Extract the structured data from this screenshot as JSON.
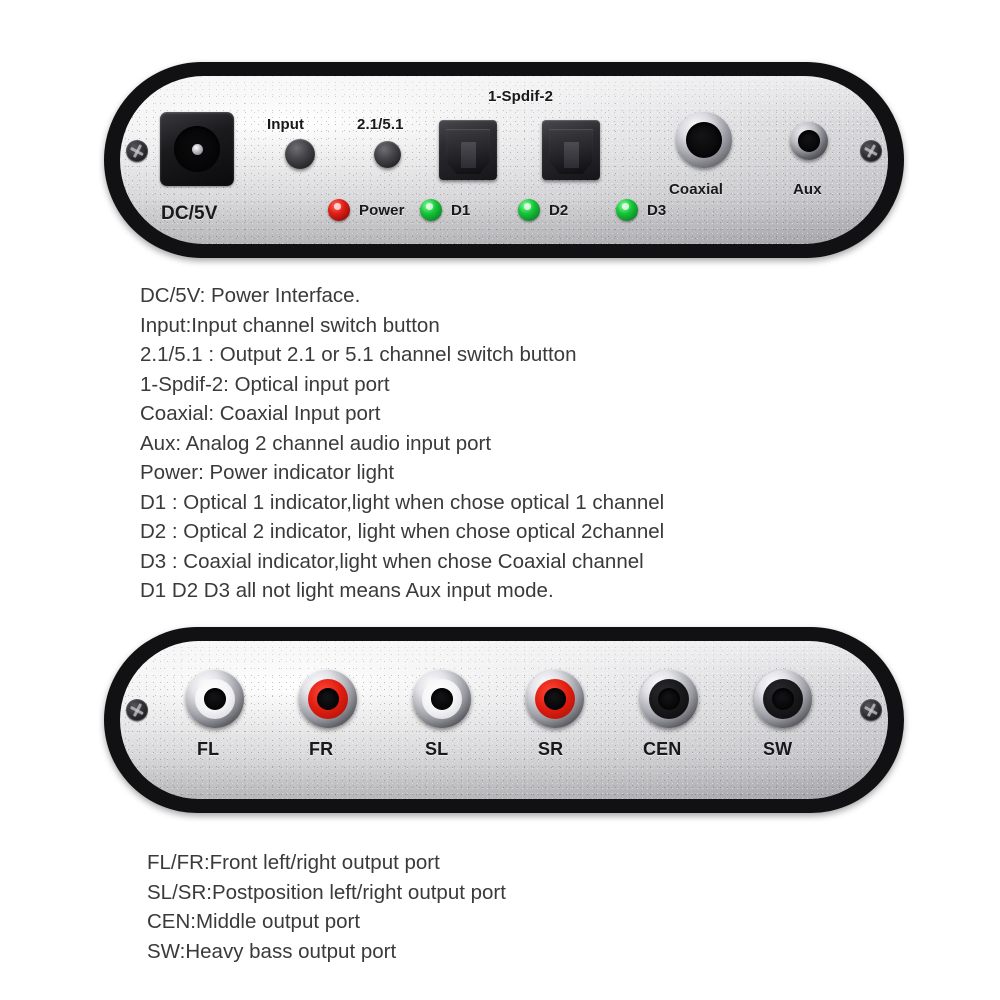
{
  "top_panel": {
    "name": "rear-input-panel",
    "labels": {
      "dc": "DC/5V",
      "input_button": "Input",
      "mode_button": "2.1/5.1",
      "spdif": "1-Spdif-2",
      "coaxial": "Coaxial",
      "aux": "Aux",
      "power_led": "Power",
      "d1": "D1",
      "d2": "D2",
      "d3": "D3"
    },
    "leds": [
      {
        "id": "power",
        "label": "Power",
        "color": "#e02018",
        "state": "on"
      },
      {
        "id": "d1",
        "label": "D1",
        "color": "#18c63a",
        "state": "on"
      },
      {
        "id": "d2",
        "label": "D2",
        "color": "#18c63a",
        "state": "on"
      },
      {
        "id": "d3",
        "label": "D3",
        "color": "#18c63a",
        "state": "on"
      }
    ]
  },
  "top_description": {
    "lines": [
      "DC/5V: Power Interface.",
      "Input:Input channel switch button",
      "2.1/5.1 : Output 2.1 or 5.1 channel switch button",
      "1-Spdif-2: Optical input port",
      "Coaxial: Coaxial Input port",
      "Aux: Analog 2 channel audio input port",
      "Power: Power indicator light",
      "D1 : Optical 1 indicator,light when chose optical 1 channel",
      "D2 : Optical 2 indicator, light when chose optical 2channel",
      "D3 : Coaxial indicator,light when chose Coaxial channel",
      "D1 D2 D3 all not light means Aux input mode."
    ]
  },
  "bottom_panel": {
    "name": "front-output-panel",
    "jacks": [
      {
        "label": "FL",
        "color": "#ffffff",
        "color_name": "white"
      },
      {
        "label": "FR",
        "color": "#e11d10",
        "color_name": "red"
      },
      {
        "label": "SL",
        "color": "#ffffff",
        "color_name": "white"
      },
      {
        "label": "SR",
        "color": "#e11d10",
        "color_name": "red"
      },
      {
        "label": "CEN",
        "color": "#18181b",
        "color_name": "black"
      },
      {
        "label": "SW",
        "color": "#18181b",
        "color_name": "black"
      }
    ]
  },
  "bottom_description": {
    "lines": [
      "FL/FR:Front left/right output port",
      "SL/SR:Postposition left/right output port",
      "CEN:Middle output port",
      "SW:Heavy bass output port"
    ]
  }
}
